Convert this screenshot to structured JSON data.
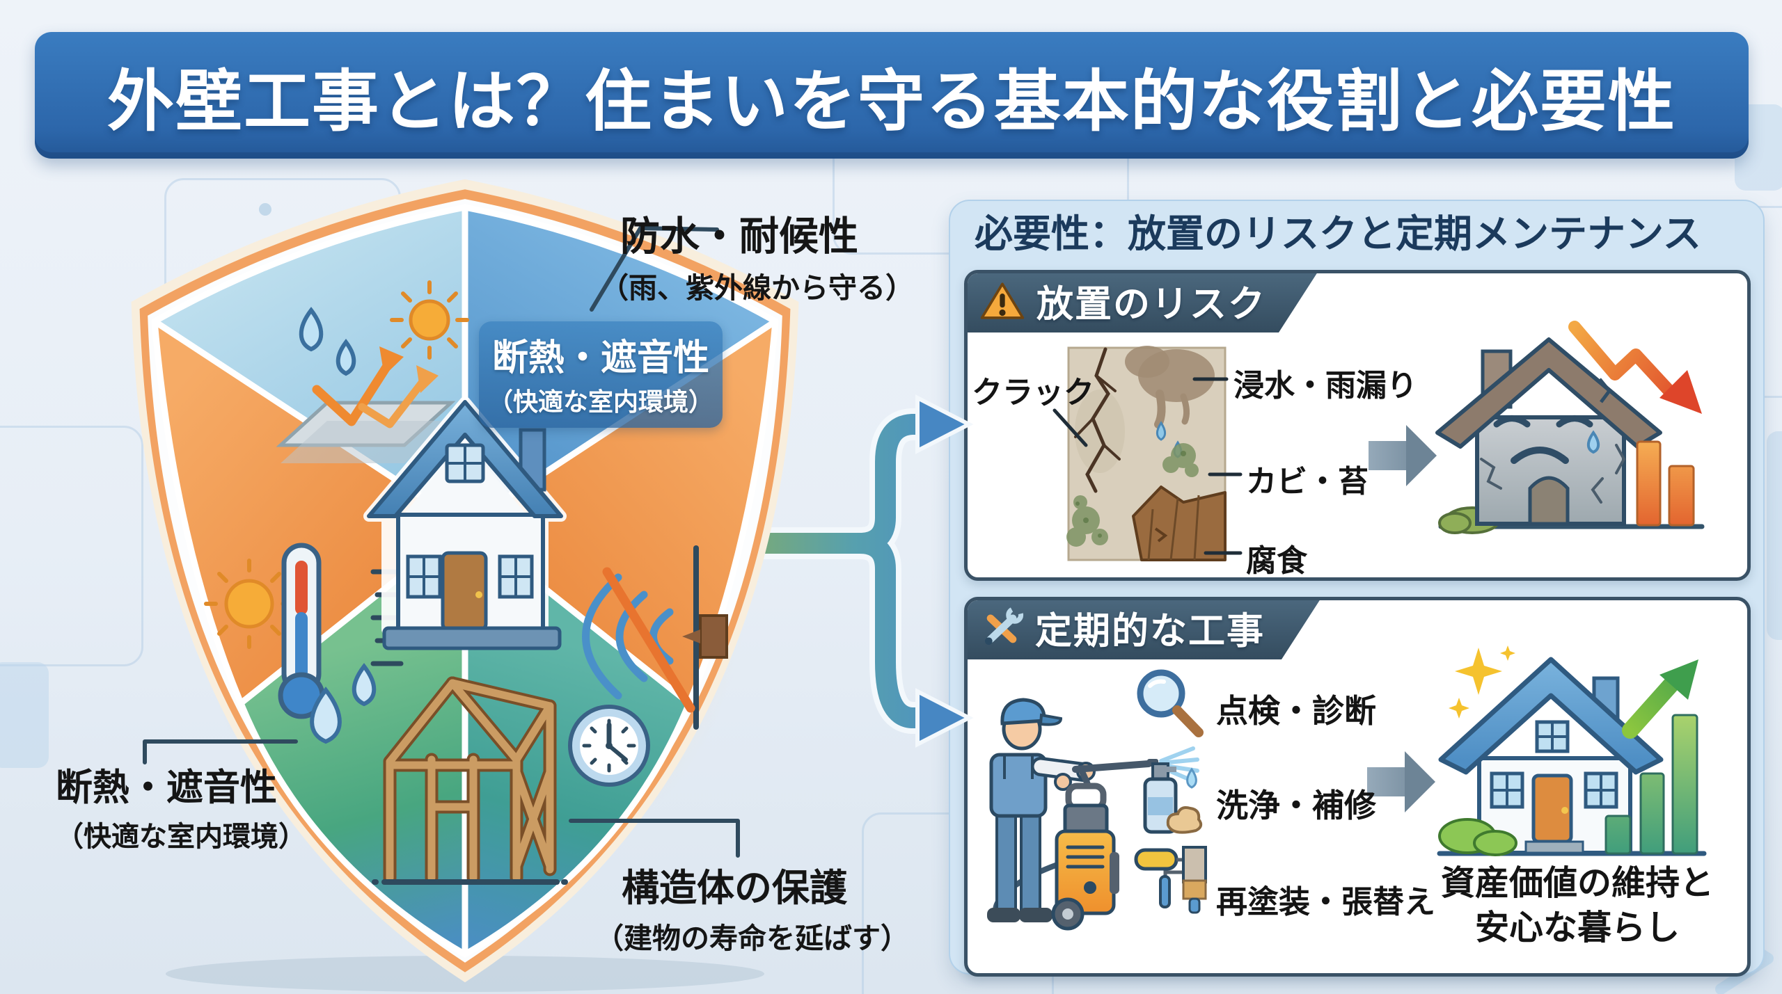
{
  "title": "外壁工事とは？住まいを守る基本的な役割と必要性",
  "shield": {
    "waterproof": {
      "main": "防水・耐候性",
      "sub": "（雨、紫外線から守る）"
    },
    "insulation_badge": {
      "main": "断熱・遮音性",
      "sub": "（快適な室内環境）"
    },
    "insulation_label": {
      "main": "断熱・遮音性",
      "sub": "（快適な室内環境）"
    },
    "structure": {
      "main": "構造体の保護",
      "sub": "（建物の寿命を延ばす）"
    }
  },
  "necessity": {
    "heading": "必要性：放置のリスクと定期メンテナンス",
    "risk": {
      "header": "放置のリスク",
      "crack": "クラック",
      "leak": "浸水・雨漏り",
      "mold": "カビ・苔",
      "rot": "腐食"
    },
    "maintenance": {
      "header": "定期的な工事",
      "items": [
        "点検・診断",
        "洗浄・補修",
        "再塗装・張替え"
      ],
      "result_line1": "資産価値の維持と",
      "result_line2": "安心な暮らし"
    }
  },
  "icons": {
    "warning-icon": "⚠",
    "tools-icon": "🛠",
    "magnifier-icon": "🔍",
    "spray-bottle-icon": "🧴",
    "paint-roller-icon": "🖌",
    "shield-icon": "🛡",
    "house-icon": "🏠",
    "clock-icon": "🕐",
    "sun-icon": "☀",
    "raindrop-icon": "💧",
    "thermometer-icon": "🌡",
    "sound-wave-icon": "〜",
    "decline-arrow-icon": "↘",
    "growth-arrow-icon": "↗"
  },
  "colors": {
    "title_bar": "#2c66aa",
    "container_bg": "#d2e5f4",
    "panel_border": "#3a5266",
    "ribbon_bg": "#3d5568",
    "heading_text": "#1b3a5c",
    "warning_yellow": "#f5a93c",
    "risk_red": "#e04b2c",
    "risk_orange_bar": "#e2622e",
    "success_green": "#3f9e4d",
    "shield_orange": "#ec8a3e",
    "shield_blue": "#4f90c7",
    "shield_green": "#48a680",
    "shield_teal": "#3f9e94"
  }
}
